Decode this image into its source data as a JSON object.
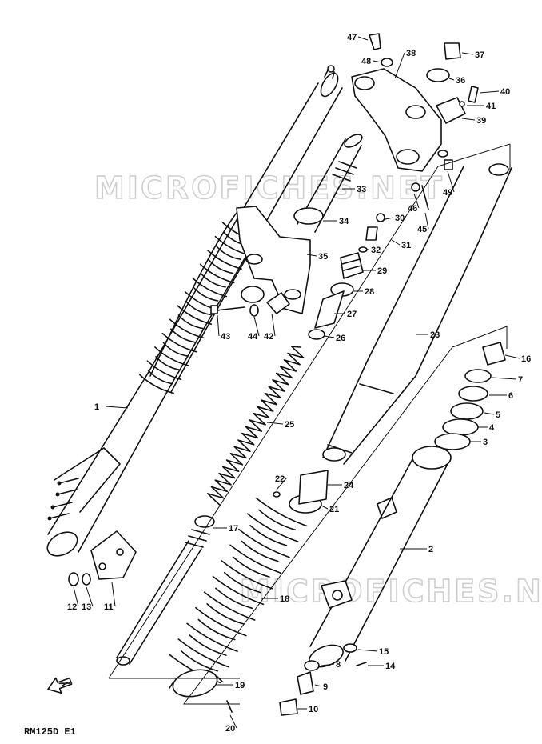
{
  "diagram": {
    "model_code": "RM125D E1",
    "watermark_text": "MICROFICHES.NET",
    "ink_color": "#111111",
    "watermark_color": "#cfcfcf",
    "part_numbers": [
      "1",
      "2",
      "3",
      "4",
      "5",
      "6",
      "7",
      "8",
      "9",
      "10",
      "11",
      "12",
      "13",
      "14",
      "15",
      "16",
      "17",
      "18",
      "19",
      "20",
      "21",
      "22",
      "23",
      "24",
      "25",
      "26",
      "27",
      "28",
      "29",
      "30",
      "31",
      "32",
      "33",
      "34",
      "35",
      "36",
      "37",
      "38",
      "39",
      "40",
      "41",
      "42",
      "43",
      "44",
      "45",
      "46",
      "47",
      "48",
      "49"
    ],
    "icons": [
      "front-direction-arrow-icon"
    ]
  }
}
